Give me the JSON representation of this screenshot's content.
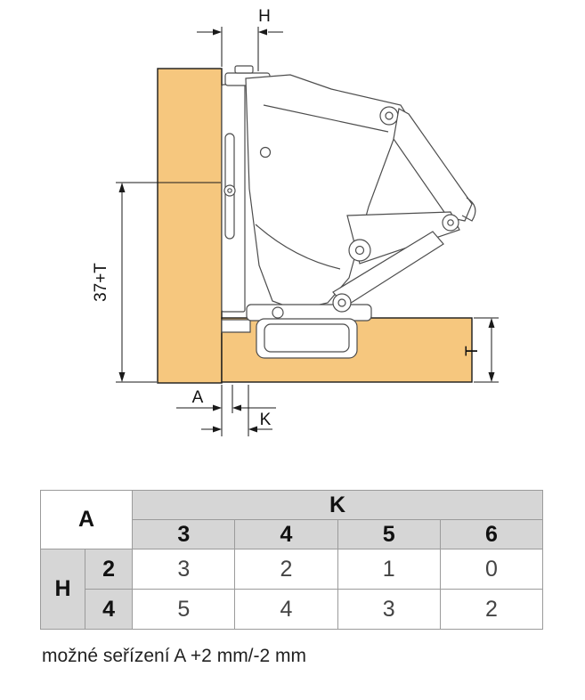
{
  "diagram": {
    "dimension_labels": {
      "top": "H",
      "left": "37+T",
      "bottom_offset": "A",
      "bottom_cup": "K",
      "right": "T"
    }
  },
  "table": {
    "corner_label": "A",
    "k_header": "K",
    "k_columns": [
      "3",
      "4",
      "5",
      "6"
    ],
    "row_group_label": "H",
    "rows": [
      {
        "label": "2",
        "values": [
          "3",
          "2",
          "1",
          "0"
        ]
      },
      {
        "label": "4",
        "values": [
          "5",
          "4",
          "3",
          "2"
        ]
      }
    ]
  },
  "caption": "možné seřízení A +2 mm/-2 mm",
  "colors": {
    "wood": "#F6C77E",
    "table_gray": "#D6D6D6",
    "line": "#1A1A1A"
  }
}
